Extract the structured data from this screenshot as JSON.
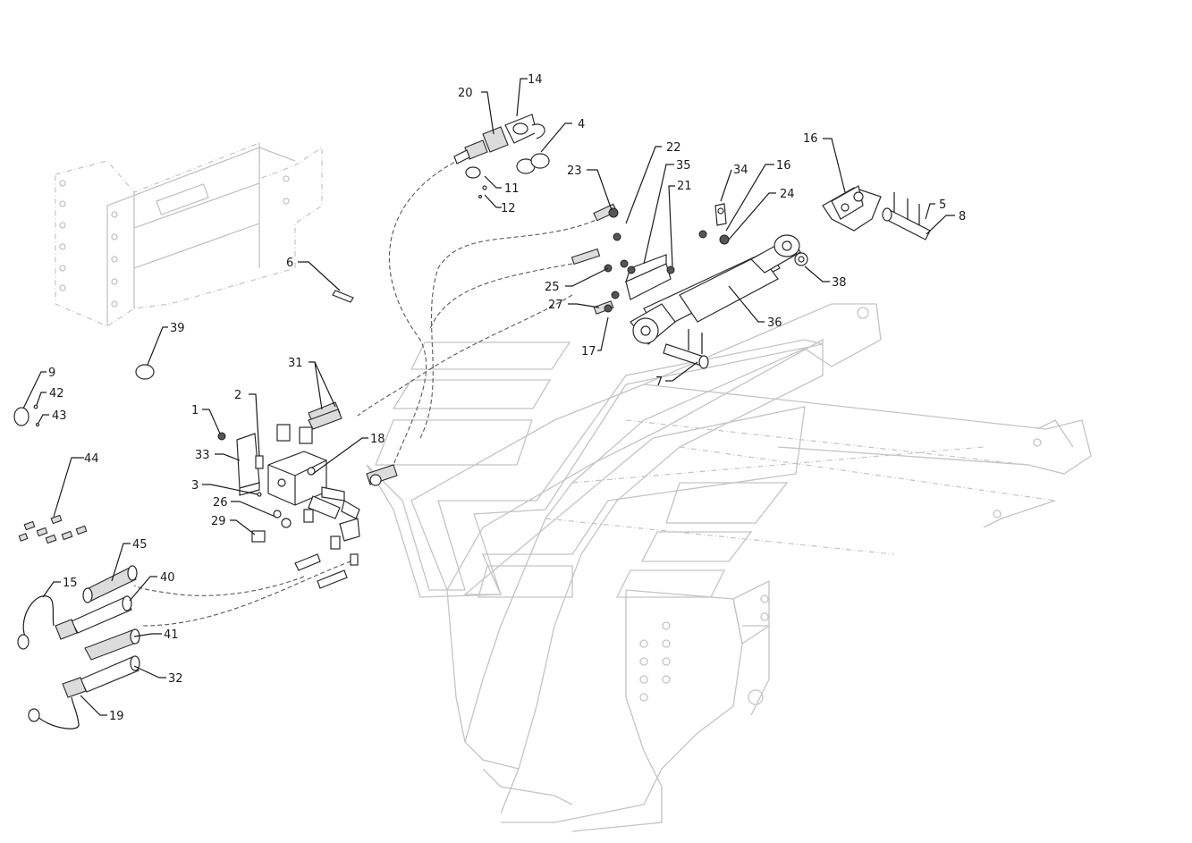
{
  "diagram": {
    "callouts": [
      {
        "label": "1"
      },
      {
        "label": "2"
      },
      {
        "label": "3"
      },
      {
        "label": "4"
      },
      {
        "label": "5"
      },
      {
        "label": "6"
      },
      {
        "label": "7"
      },
      {
        "label": "8"
      },
      {
        "label": "9"
      },
      {
        "label": "11"
      },
      {
        "label": "12"
      },
      {
        "label": "14"
      },
      {
        "label": "15"
      },
      {
        "label": "16"
      },
      {
        "label": "16"
      },
      {
        "label": "17"
      },
      {
        "label": "18"
      },
      {
        "label": "19"
      },
      {
        "label": "20"
      },
      {
        "label": "21"
      },
      {
        "label": "22"
      },
      {
        "label": "23"
      },
      {
        "label": "24"
      },
      {
        "label": "25"
      },
      {
        "label": "26"
      },
      {
        "label": "27"
      },
      {
        "label": "29"
      },
      {
        "label": "31"
      },
      {
        "label": "32"
      },
      {
        "label": "33"
      },
      {
        "label": "34"
      },
      {
        "label": "35"
      },
      {
        "label": "36"
      },
      {
        "label": "38"
      },
      {
        "label": "39"
      },
      {
        "label": "40"
      },
      {
        "label": "41"
      },
      {
        "label": "42"
      },
      {
        "label": "43"
      },
      {
        "label": "44"
      },
      {
        "label": "45"
      }
    ],
    "colors": {
      "line": "#2a2a2a",
      "ghost": "#c4c4c4",
      "background": "#ffffff"
    }
  }
}
